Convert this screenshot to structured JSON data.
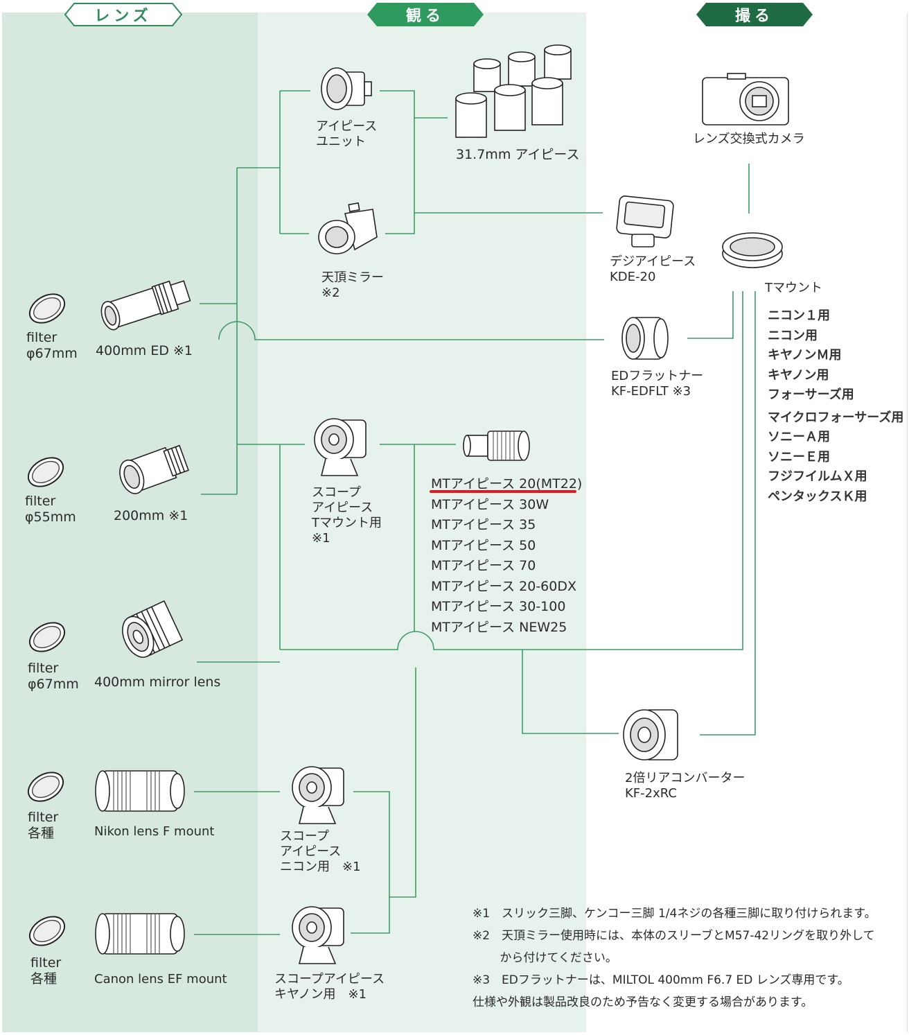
{
  "colors": {
    "lens_bg": "#d7e9de",
    "view_bg": "#e8f2ec",
    "header_green": "#2e8b5a",
    "header_dark": "#1f6b43",
    "line_green": "#3a9a6a",
    "highlight_red": "#e8171b"
  },
  "headers": {
    "lens": "レンズ",
    "view": "観る",
    "shoot": "撮る"
  },
  "lenses": [
    {
      "filter": "filter\nφ67mm",
      "name": "400mm ED ※1",
      "icon": "telephoto-lens-icon"
    },
    {
      "filter": "filter\nφ55mm",
      "name": "200mm ※1",
      "icon": "telephoto-lens-icon"
    },
    {
      "filter": "filter\nφ67mm",
      "name": "400mm mirror lens",
      "icon": "mirror-lens-icon"
    },
    {
      "filter": "filter\n各種",
      "name": "Nikon lens F mount",
      "icon": "camera-lens-icon"
    },
    {
      "filter": "filter\n各種",
      "name": "Canon lens EF mount",
      "icon": "camera-lens-icon"
    }
  ],
  "view": {
    "eyepiece_unit": "アイピース\nユニット",
    "eyepieces_317": "31.7mm アイピース",
    "zenith_mirror": "天頂ミラー\n※2",
    "scope_tmount": "スコープ\nアイピース\nTマウント用\n※1",
    "scope_nikon": "スコープ\nアイピース\nニコン用　※1",
    "scope_canon": "スコープアイピース\nキヤノン用　※1",
    "mt_eyepieces": [
      "MTアイピース 20(MT22)",
      "MTアイピース 30W",
      "MTアイピース 35",
      "MTアイピース 50",
      "MTアイピース 70",
      "MTアイピース 20-60DX",
      "MTアイピース 30-100",
      "MTアイピース NEW25"
    ]
  },
  "shoot": {
    "camera": "レンズ交換式カメラ",
    "digi_eyepiece": "デジアイピース\nKDE-20",
    "t_mount": "Tマウント",
    "ed_flattener": "EDフラットナー\nKF-EDFLT ※3",
    "rear_converter": "2倍リアコンバーター\nKF-2xRC",
    "t_mount_types": [
      "ニコン１用",
      "ニコン用",
      "キヤノンＭ用",
      "キヤノン用",
      "フォーサーズ用",
      "マイクロフォーサーズ用",
      "ソニーＡ用",
      "ソニーＥ用",
      "フジフイルムＸ用",
      "ペンタックスＫ用"
    ]
  },
  "notes": [
    "※1　スリック三脚、ケンコー三脚 1/4ネジの各種三脚に取り付けられます。",
    "※2　天頂ミラー使用時には、本体のスリーブとM57-42リングを取り外して",
    "　　 から付けてください。",
    "※3　EDフラットナーは、MILTOL 400mm F6.7 ED レンズ専用です。",
    "仕様や外観は製品改良のため予告なく変更する場合があります。"
  ]
}
